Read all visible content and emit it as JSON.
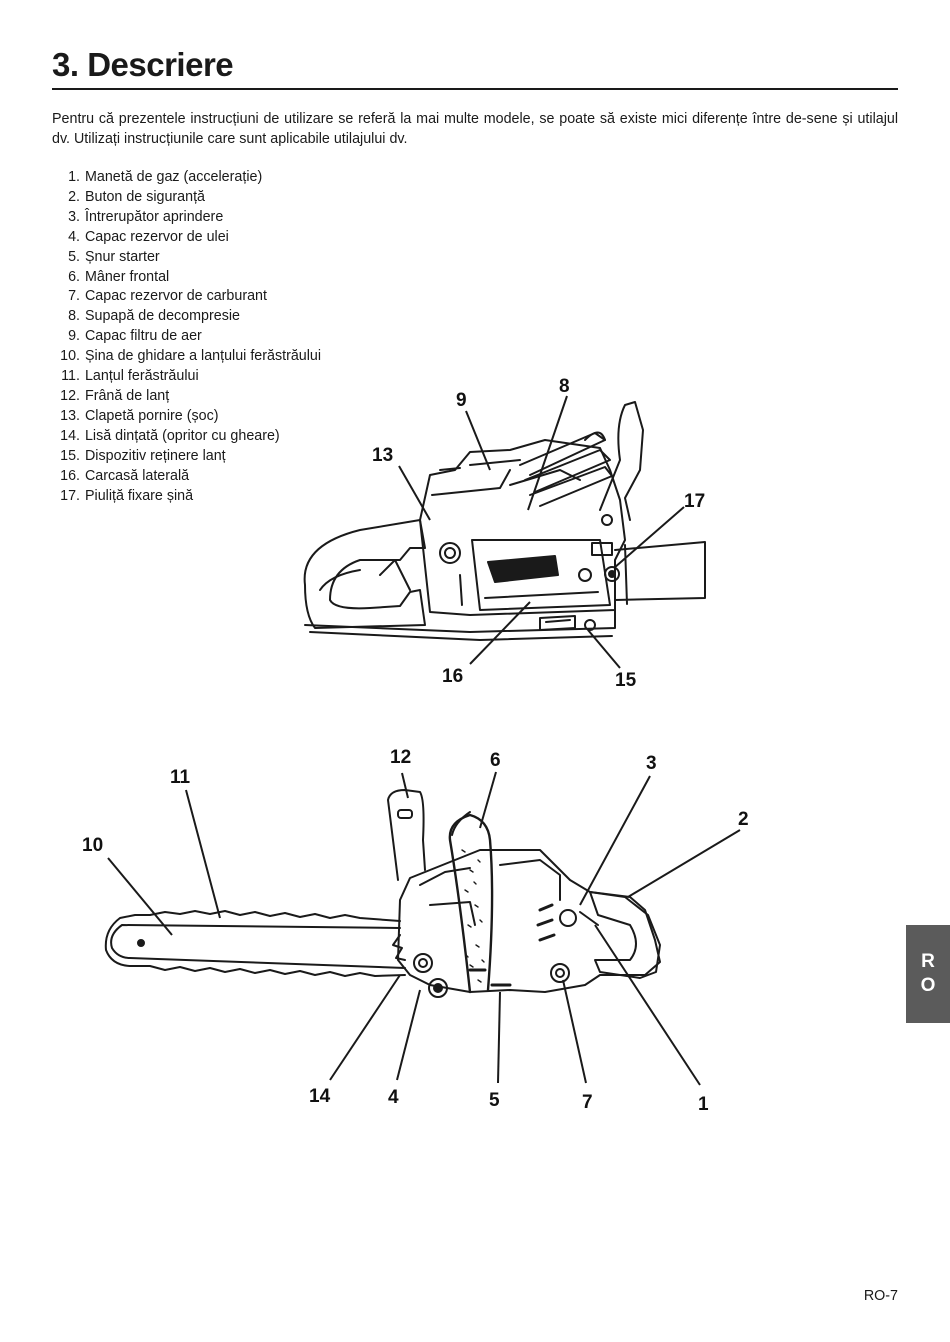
{
  "title": "3. Descriere",
  "intro": "Pentru că prezentele instrucțiuni de utilizare se referă la mai multe modele, se poate să existe mici diferențe între de-sene și utilajul dv. Utilizați instrucțiunile care sunt aplicabile utilajului dv.",
  "parts": [
    {
      "num": "1.",
      "label": "Manetă de gaz (accelerație)"
    },
    {
      "num": "2.",
      "label": "Buton de siguranță"
    },
    {
      "num": "3.",
      "label": "Întrerupător aprindere"
    },
    {
      "num": "4.",
      "label": "Capac rezervor de ulei"
    },
    {
      "num": "5.",
      "label": "Șnur starter"
    },
    {
      "num": "6.",
      "label": "Mâner frontal"
    },
    {
      "num": "7.",
      "label": "Capac rezervor de carburant"
    },
    {
      "num": "8.",
      "label": "Supapă de decompresie"
    },
    {
      "num": "9.",
      "label": "Capac filtru de aer"
    },
    {
      "num": "10.",
      "label": "Șina de ghidare a lanțului ferăstrăului"
    },
    {
      "num": "11.",
      "label": "Lanțul ferăstrăului"
    },
    {
      "num": "12.",
      "label": "Frână de lanț"
    },
    {
      "num": "13.",
      "label": "Clapetă pornire (șoc)"
    },
    {
      "num": "14.",
      "label": "Lisă dințată (opritor cu gheare)"
    },
    {
      "num": "15.",
      "label": "Dispozitiv reținere lanț"
    },
    {
      "num": "16.",
      "label": "Carcasă laterală"
    },
    {
      "num": "17.",
      "label": "Piuliță fixare șină"
    }
  ],
  "figure_top": {
    "callouts": [
      "9",
      "8",
      "13",
      "17",
      "16",
      "15"
    ]
  },
  "figure_bottom": {
    "callouts": [
      "12",
      "6",
      "3",
      "11",
      "2",
      "10",
      "14",
      "4",
      "5",
      "7",
      "1"
    ]
  },
  "language_tab": {
    "line1": "R",
    "line2": "O"
  },
  "page_number": "RO-7"
}
